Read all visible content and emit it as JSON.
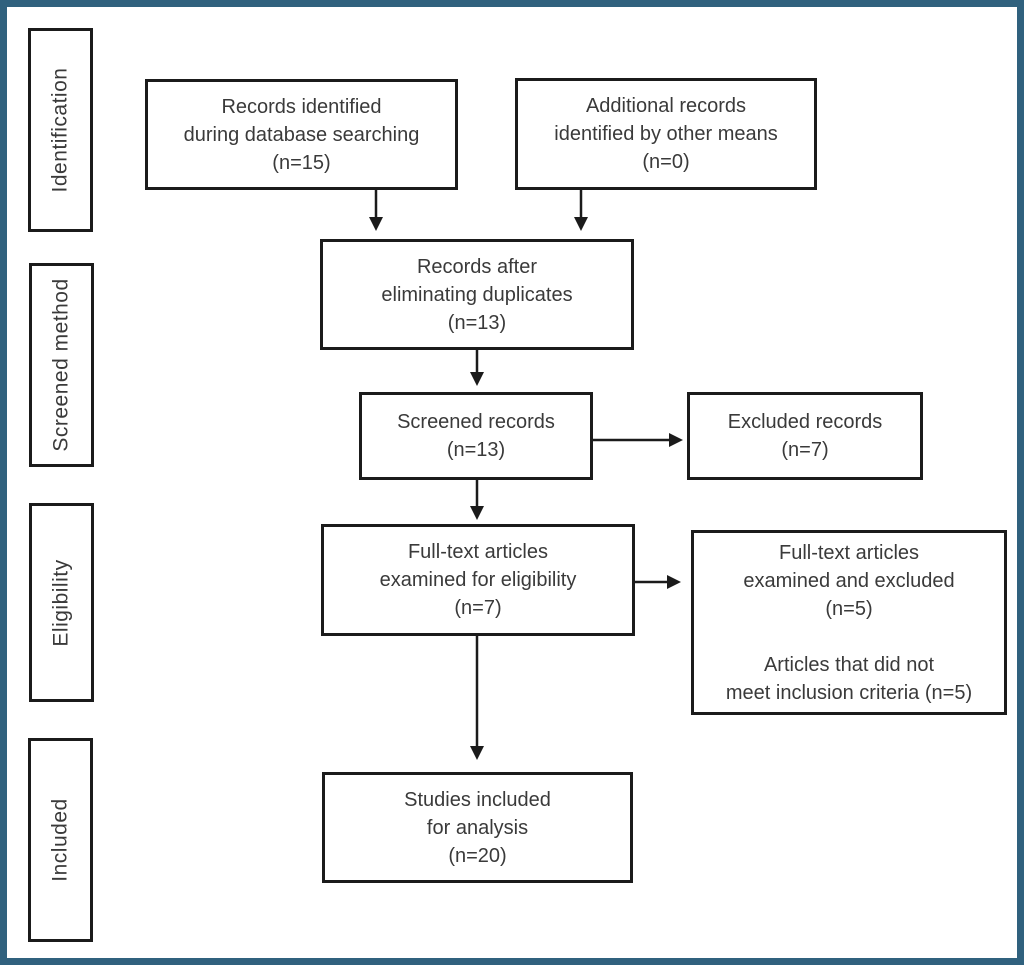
{
  "diagram": {
    "kind": "prisma-flow-diagram",
    "colors": {
      "frame": "#30617e",
      "box_border": "#1b1b1b",
      "text": "#3a3a3a",
      "background": "#ffffff"
    },
    "sidebar": {
      "stages": [
        {
          "label": "Identification"
        },
        {
          "label": "Screened method"
        },
        {
          "label": "Eligibility"
        },
        {
          "label": "Included"
        }
      ]
    },
    "nodes": {
      "records_identified": {
        "text": "Records identified\nduring database searching\n(n=15)"
      },
      "additional_records": {
        "text": "Additional records\nidentified by other means\n(n=0)"
      },
      "after_duplicates": {
        "text": "Records after\neliminating duplicates\n(n=13)"
      },
      "screened_records": {
        "text": "Screened records\n(n=13)"
      },
      "excluded_records": {
        "text": "Excluded records\n(n=7)"
      },
      "fulltext_examined": {
        "text": "Full-text articles\nexamined for eligibility\n(n=7)"
      },
      "fulltext_excluded": {
        "text": "Full-text articles\nexamined and excluded\n(n=5)\n\nArticles that did not\nmeet inclusion criteria (n=5)"
      },
      "studies_included": {
        "text": "Studies included\nfor analysis\n(n=20)"
      }
    }
  }
}
